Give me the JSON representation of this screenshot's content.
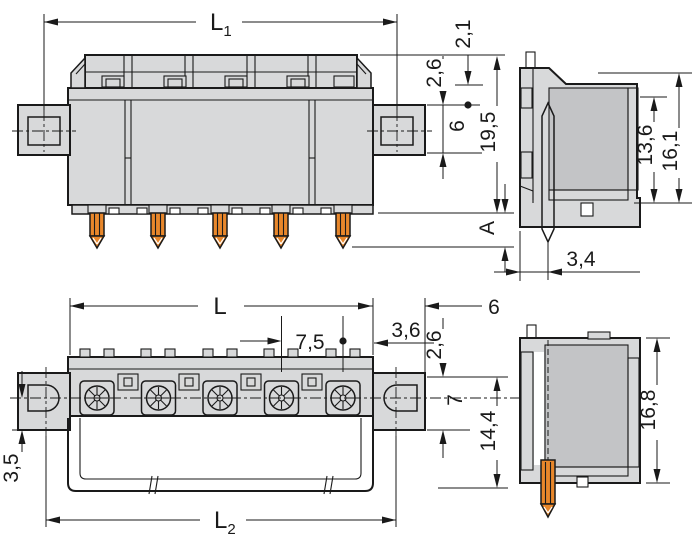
{
  "drawing": {
    "type": "connector-dimension-drawing",
    "pole_count": 5,
    "labels": {
      "l1": "L",
      "l1_sub": "1",
      "l": "L",
      "l2": "L",
      "l2_sub": "2",
      "a": "A",
      "d21": "2,1",
      "d26": "2,6",
      "d6": "6",
      "d195": "19,5",
      "d136": "13,6",
      "d161": "16,1",
      "d34": "3,4",
      "d75": "7,5",
      "d36": "3,6",
      "d7": "7",
      "d144": "14,4",
      "d35": "3,5",
      "d168": "16,8"
    },
    "colors": {
      "outline": "#1a1a1a",
      "body": "#d8d9da",
      "inner": "#c3c4c6",
      "pin_orange": "#e8872b",
      "pin_hatch": "#4a2800"
    }
  }
}
